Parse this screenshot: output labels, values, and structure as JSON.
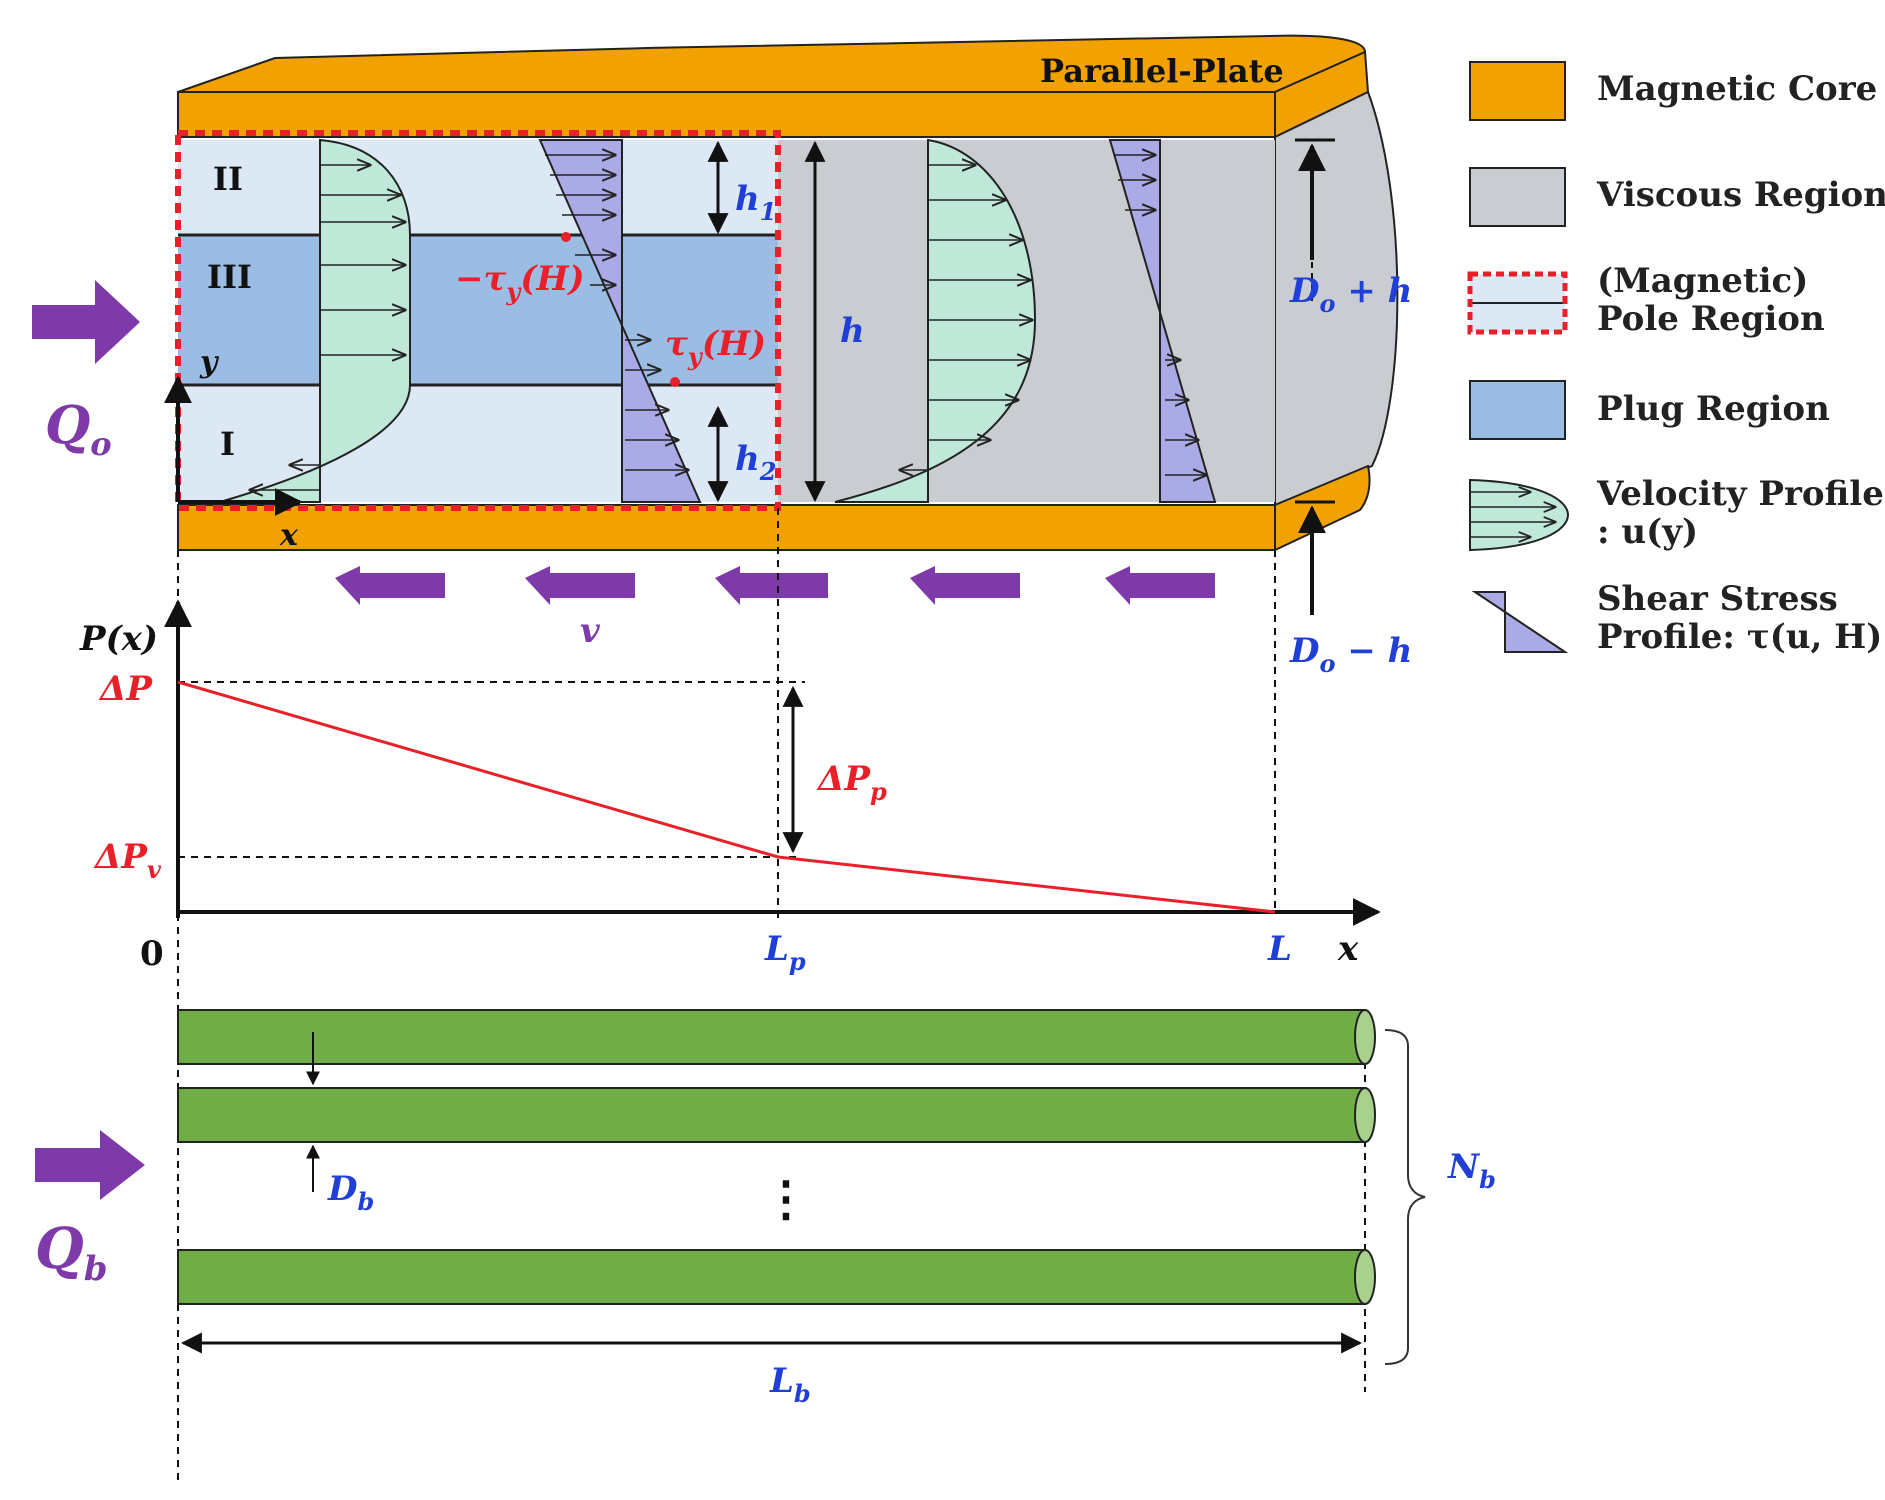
{
  "colors": {
    "magnetic_core": "#f2a200",
    "viscous_region": "#c9cdd2",
    "pole_region_fill": "#dce9f5",
    "plug_region": "#9cbde3",
    "velocity_profile": "#bfe8d8",
    "shear_stress": "#aaaae6",
    "pole_border": "#e8202a",
    "flow_arrow": "#7e3aa8",
    "pipe": "#70ad47",
    "blue_label": "#1f3fd6",
    "red_label": "#e8202a"
  },
  "plate": {
    "title": "Parallel-Plate",
    "region_labels": [
      "II",
      "III",
      "I"
    ],
    "shear_labels": {
      "neg_tau": "−τ",
      "neg_tau_sub": "y",
      "neg_tau_arg": "(H)",
      "tau": "τ",
      "tau_sub": "y",
      "tau_arg": "(H)"
    },
    "dim_labels": {
      "h1": "h",
      "h1_sub": "1",
      "h2": "h",
      "h2_sub": "2",
      "h": "h",
      "d_plus": "D",
      "d_plus_sub": "o",
      "d_plus_rest": " + h",
      "d_minus": "D",
      "d_minus_sub": "o",
      "d_minus_rest": " − h"
    },
    "axis_labels": {
      "y": "y",
      "x": "x"
    },
    "inlet": {
      "Q": "Q",
      "Q_sub": "o"
    },
    "velocity_label": "v"
  },
  "pressure_plot": {
    "y_axis_label": "P(x)",
    "x_axis_label": "x",
    "origin_label": "0",
    "labels": {
      "dP": "ΔP",
      "dPv": "ΔP",
      "dPv_sub": "v",
      "dPp": "ΔP",
      "dPp_sub": "p"
    },
    "x_ticks": {
      "Lp": "L",
      "Lp_sub": "p",
      "L": "L"
    }
  },
  "bypass": {
    "inlet": {
      "Q": "Q",
      "Q_sub": "b"
    },
    "diameter": "D",
    "diameter_sub": "b",
    "length": "L",
    "length_sub": "b",
    "count": "N",
    "count_sub": "b",
    "ellipsis": "⋮"
  },
  "legend": [
    {
      "label": "Magnetic Core",
      "icon": "orange-box-icon"
    },
    {
      "label": "Viscous Region",
      "icon": "grey-box-icon"
    },
    {
      "label": "(Magnetic)",
      "label2": "Pole Region",
      "icon": "red-dashed-box-icon"
    },
    {
      "label": "Plug Region",
      "icon": "blue-box-icon"
    },
    {
      "label": "Velocity Profile",
      "label2": ": u(y)",
      "icon": "velocity-profile-icon"
    },
    {
      "label": "Shear Stress",
      "label2": "Profile: τ(u, H)",
      "icon": "shear-stress-icon"
    }
  ]
}
